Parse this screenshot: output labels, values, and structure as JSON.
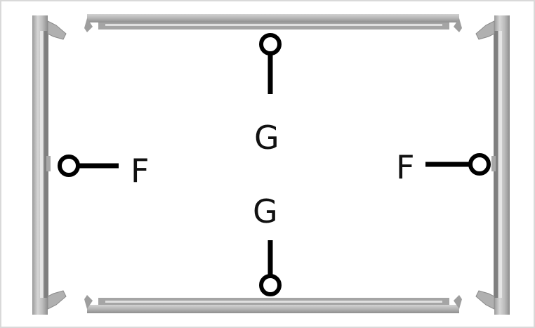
{
  "diagram": {
    "callouts": {
      "left": "F",
      "right": "F",
      "top": "G",
      "bottom": "G"
    },
    "colors": {
      "frame_border": "#d9d9d9",
      "rail_light": "#e3e3e3",
      "rail_mid": "#b3b3b3",
      "rail_dark": "#8c8c8c",
      "callout": "#000000",
      "label": "#111111"
    }
  }
}
